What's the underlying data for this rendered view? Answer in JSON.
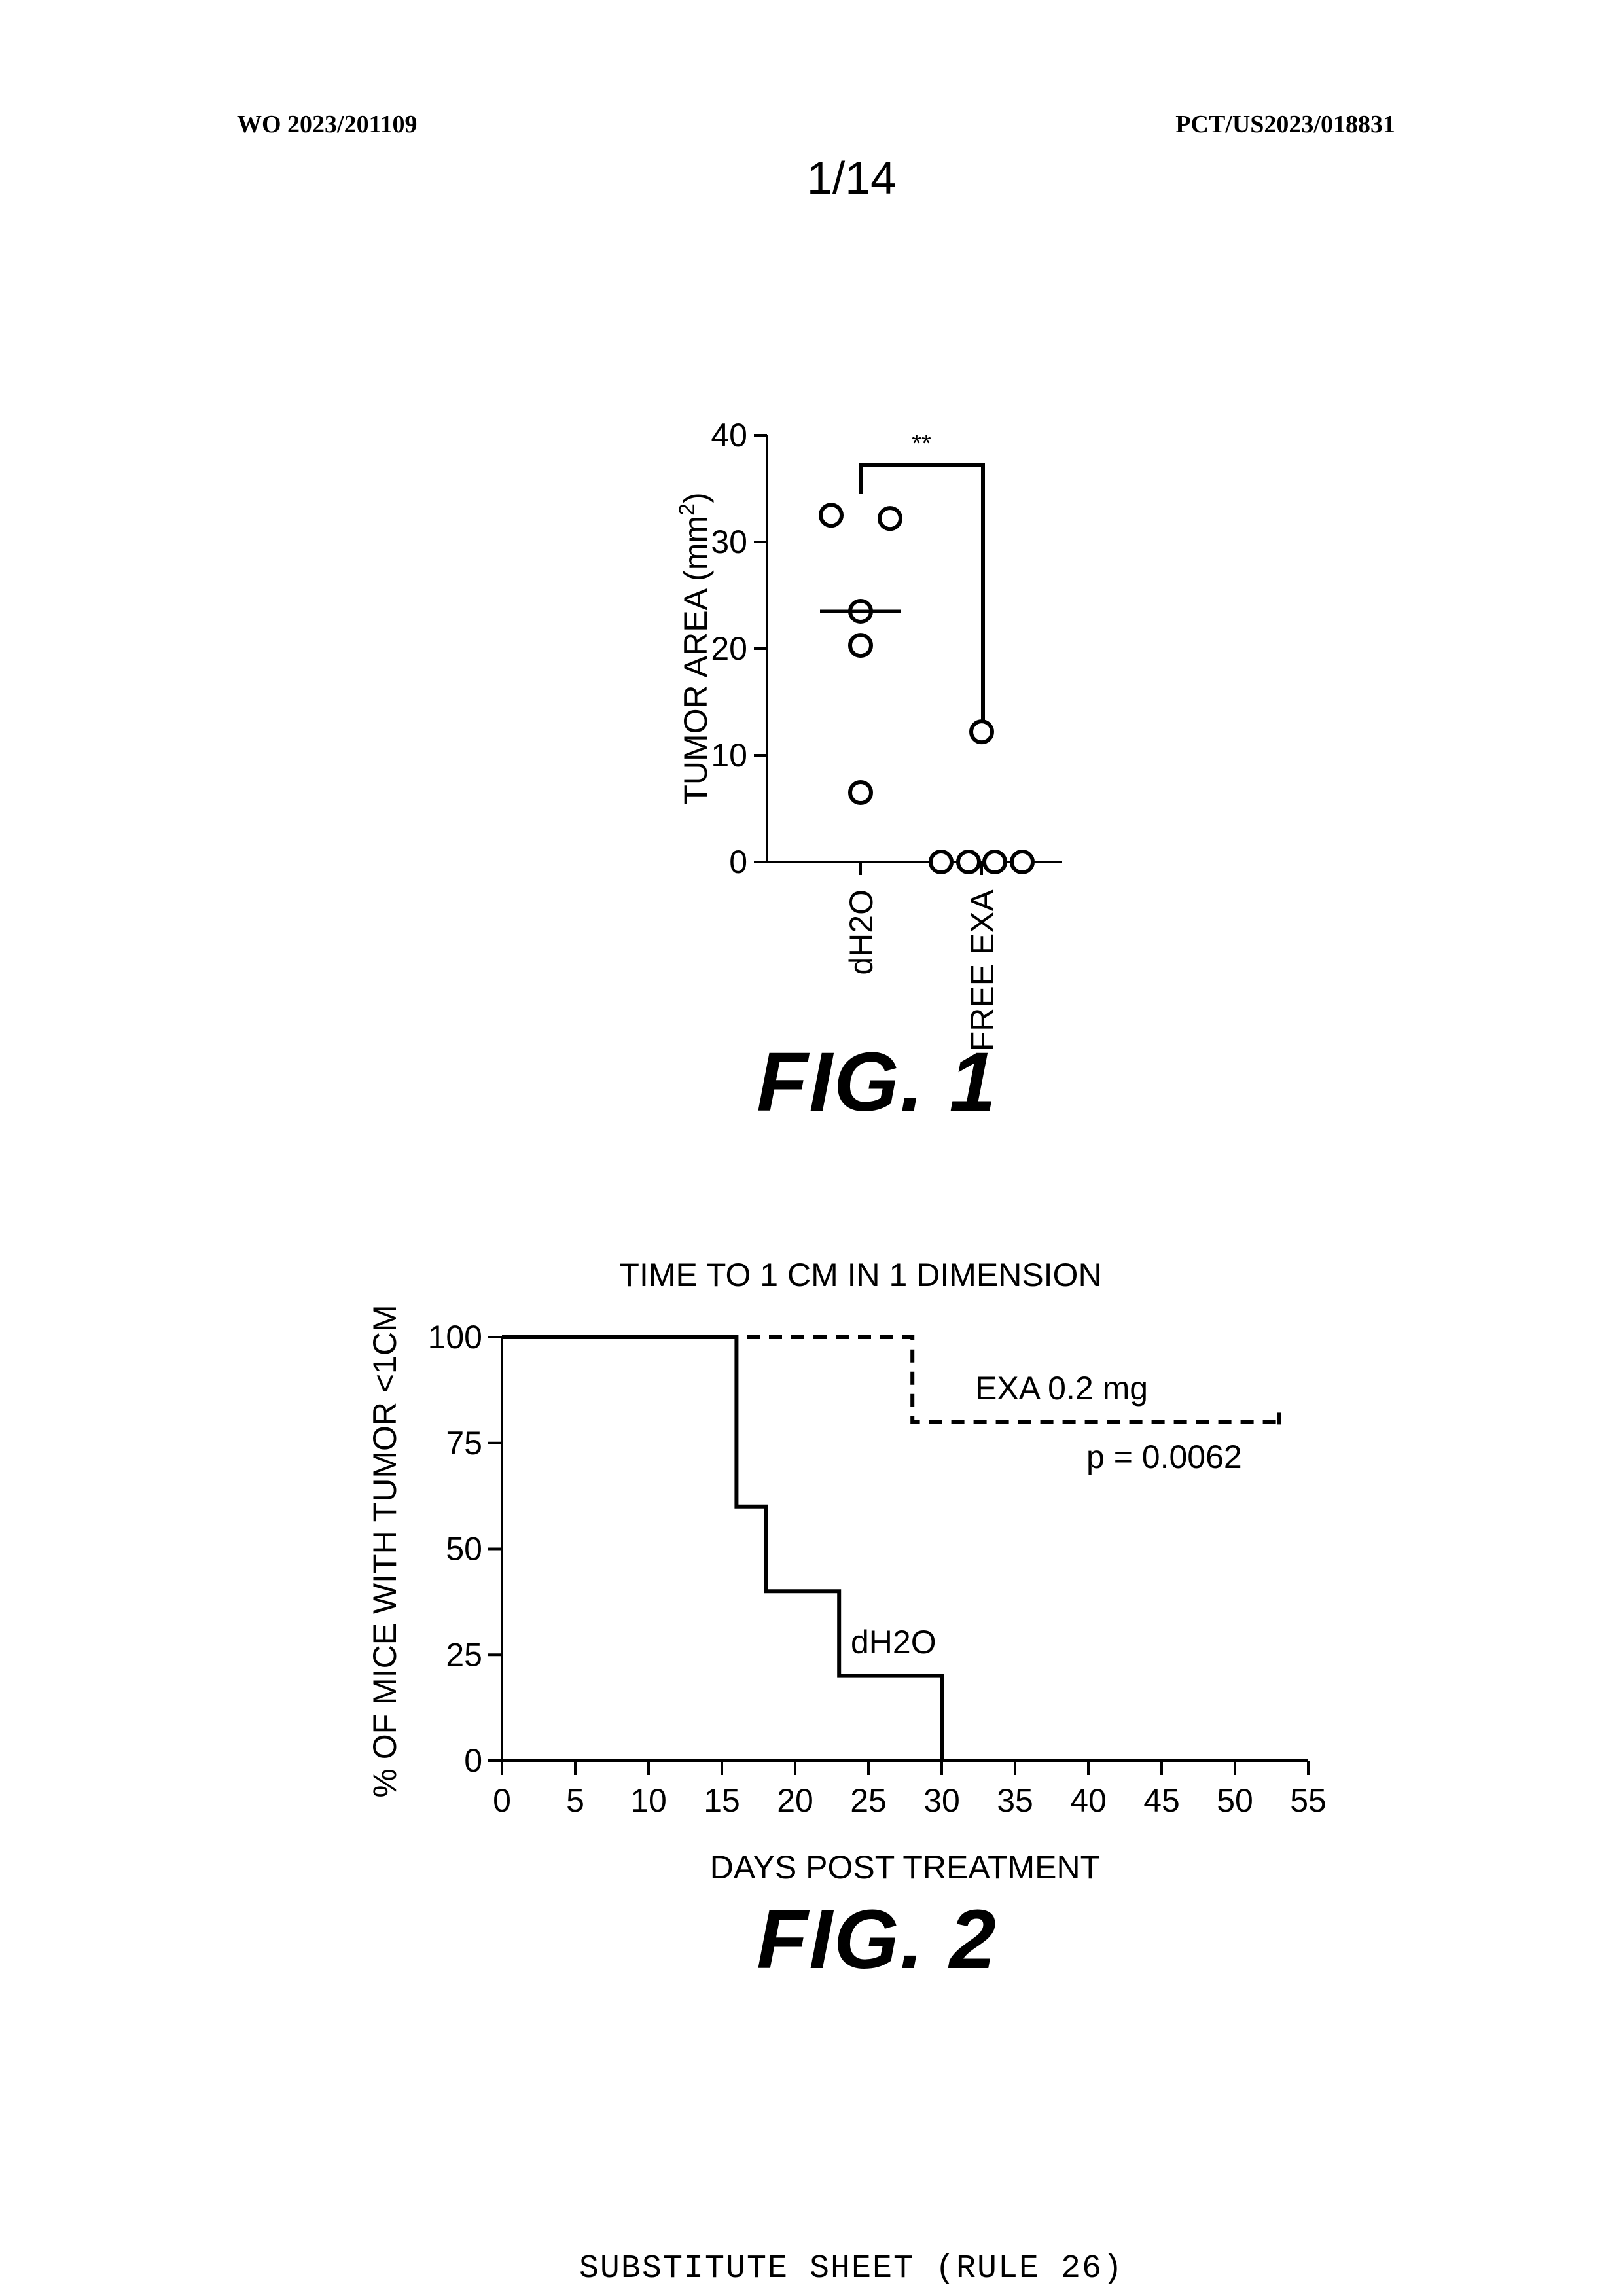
{
  "header": {
    "publication_number": "WO 2023/201109",
    "application_number": "PCT/US2023/018831",
    "sheet": "1/14"
  },
  "figure_labels": [
    "FIG. 1",
    "FIG. 2"
  ],
  "footer": "SUBSTITUTE SHEET (RULE 26)",
  "chart_data": [
    {
      "type": "scatter",
      "title": "",
      "ylabel": "TUMOR AREA (mm",
      "ylabel_superscript": "2",
      "ylabel_suffix": ")",
      "xlabel": "",
      "categories": [
        "dH2O",
        "FREE EXA"
      ],
      "ylim": [
        0,
        40
      ],
      "yticks": [
        0,
        10,
        20,
        30,
        40
      ],
      "series": [
        {
          "category": "dH2O",
          "values": [
            32.5,
            32.2,
            23.5,
            20.3,
            6.5
          ],
          "mean": 23.5
        },
        {
          "category": "FREE EXA",
          "values": [
            12.2,
            0,
            0,
            0,
            0
          ]
        }
      ],
      "significance": "**",
      "marker_style": "open-circle"
    },
    {
      "type": "line",
      "title": "TIME TO 1 CM IN 1 DIMENSION",
      "xlabel": "DAYS POST TREATMENT",
      "ylabel": "% OF MICE WITH TUMOR <1CM",
      "xlim": [
        0,
        55
      ],
      "ylim": [
        0,
        100
      ],
      "xticks": [
        0,
        5,
        10,
        15,
        20,
        25,
        30,
        35,
        40,
        45,
        50,
        55
      ],
      "yticks": [
        0,
        25,
        50,
        75,
        100
      ],
      "step": true,
      "series": [
        {
          "name": "EXA 0.2 mg",
          "style": "dashed",
          "x": [
            0,
            28,
            28,
            53
          ],
          "y": [
            100,
            100,
            80,
            80
          ]
        },
        {
          "name": "dH2O",
          "style": "solid",
          "x": [
            0,
            16,
            16,
            18,
            18,
            23,
            23,
            30,
            30
          ],
          "y": [
            100,
            100,
            60,
            60,
            40,
            40,
            20,
            20,
            0
          ]
        }
      ],
      "annotations": [
        "p = 0.0062"
      ]
    }
  ]
}
